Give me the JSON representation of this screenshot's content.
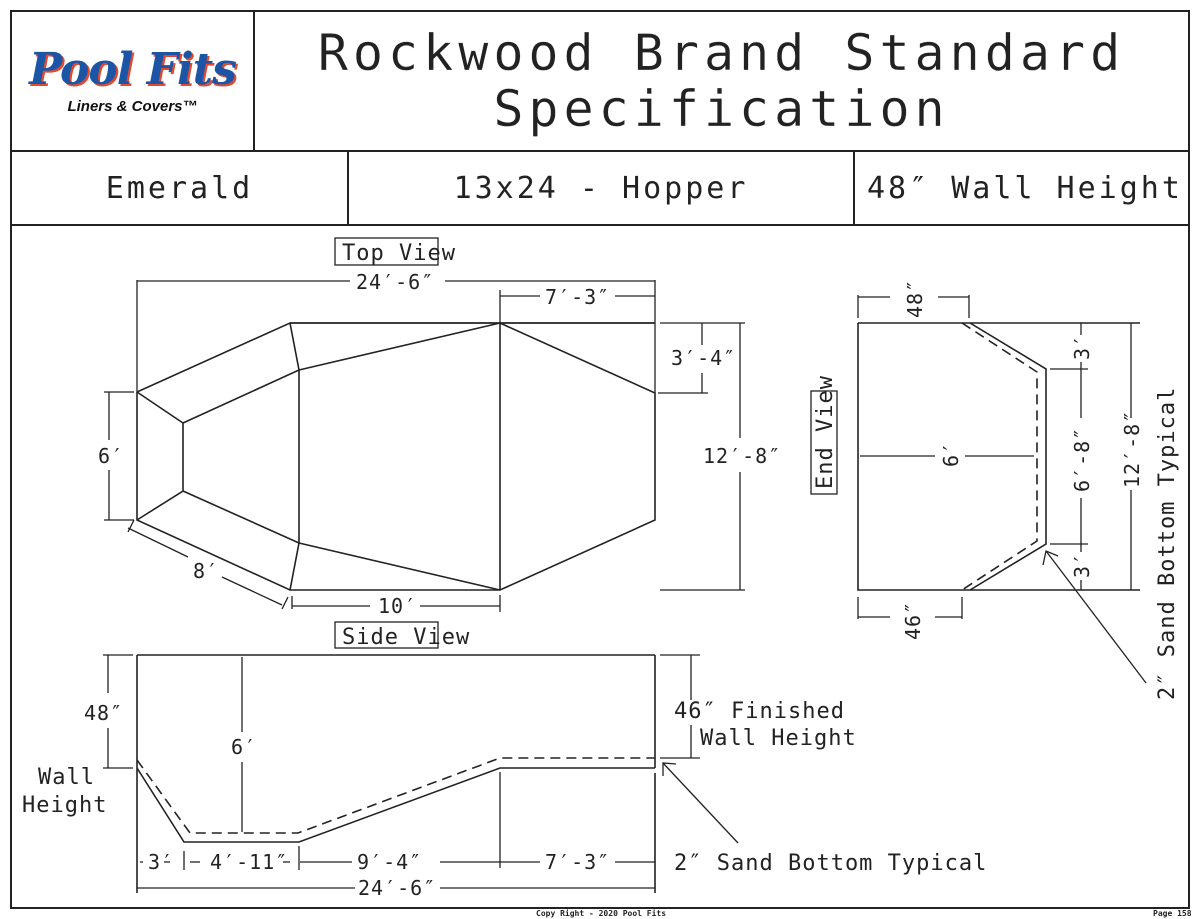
{
  "header": {
    "logo": {
      "main": "Pool Fits",
      "sub": "Liners & Covers™"
    },
    "title_line1": "Rockwood Brand Standard",
    "title_line2": "Specification"
  },
  "spec_row": {
    "model": "Emerald",
    "size_shape": "13x24 - Hopper",
    "wall_height": "48″ Wall Height"
  },
  "top_view": {
    "label": "Top View",
    "dims": {
      "overall_length": "24′-6″",
      "deep_end_length": "7′-3″",
      "deep_end_offset": "3′-4″",
      "overall_width": "12′-8″",
      "shallow_width": "6′",
      "slope_length": "8′",
      "flat_length": "10′"
    }
  },
  "end_view": {
    "label": "End View",
    "dims": {
      "top_wall": "48″",
      "bottom_wall": "46″",
      "depth": "6′",
      "upper_slope": "3′",
      "floor_width": "6′-8″",
      "lower_slope": "3′",
      "overall_width": "12′-8″"
    },
    "note": "2″ Sand Bottom Typical"
  },
  "side_view": {
    "label": "Side View",
    "dims": {
      "wall_height": "48″",
      "wall_height_label": [
        "Wall",
        "Height"
      ],
      "max_depth": "6′",
      "seg1": "3′",
      "seg2": "4′-11″",
      "seg3": "9′-4″",
      "seg4": "7′-3″",
      "overall": "24′-6″"
    },
    "finished_wall": [
      "46″ Finished",
      "Wall Height"
    ],
    "note": "2″ Sand Bottom Typical"
  },
  "footer": {
    "copyright": "Copy Right - 2020 Pool Fits",
    "page": "Page 158"
  }
}
